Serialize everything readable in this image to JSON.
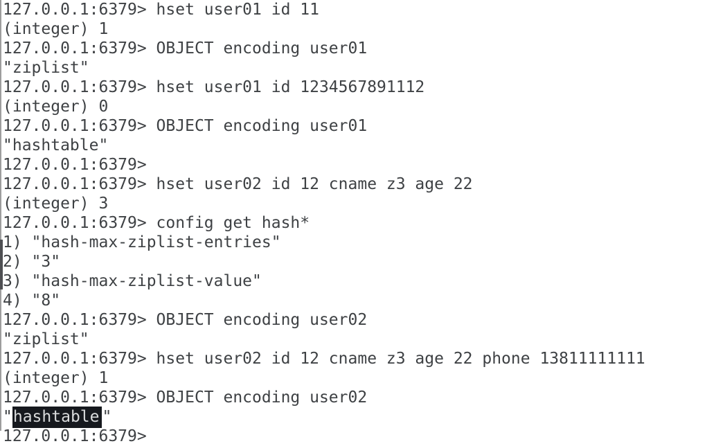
{
  "app": "redis-cli terminal",
  "terminal": {
    "prompt": "127.0.0.1:6379>",
    "colors": {
      "background": "#ffffff",
      "text": "#3e4144",
      "selection_background": "#16191e",
      "selection_text": "#d9dbdc",
      "scrollbar_rail": "#9d9d9d",
      "scrollbar_thumb": "#4e4f52"
    },
    "lines": [
      {
        "segments": [
          {
            "text": "127.0.0.1:6379> hset user01 id 11"
          }
        ]
      },
      {
        "segments": [
          {
            "text": "(integer) 1"
          }
        ]
      },
      {
        "segments": [
          {
            "text": "127.0.0.1:6379> OBJECT encoding user01"
          }
        ]
      },
      {
        "segments": [
          {
            "text": "\"ziplist\""
          }
        ]
      },
      {
        "segments": [
          {
            "text": "127.0.0.1:6379> hset user01 id 1234567891112"
          }
        ]
      },
      {
        "segments": [
          {
            "text": "(integer) 0"
          }
        ]
      },
      {
        "segments": [
          {
            "text": "127.0.0.1:6379> OBJECT encoding user01"
          }
        ]
      },
      {
        "segments": [
          {
            "text": "\"hashtable\""
          }
        ]
      },
      {
        "segments": [
          {
            "text": "127.0.0.1:6379>"
          }
        ]
      },
      {
        "segments": [
          {
            "text": "127.0.0.1:6379> hset user02 id 12 cname z3 age 22"
          }
        ]
      },
      {
        "segments": [
          {
            "text": "(integer) 3"
          }
        ]
      },
      {
        "segments": [
          {
            "text": "127.0.0.1:6379> config get hash*"
          }
        ]
      },
      {
        "segments": [
          {
            "text": "1) \"hash-max-ziplist-entries\""
          }
        ]
      },
      {
        "segments": [
          {
            "text": "2) \"3\""
          }
        ]
      },
      {
        "segments": [
          {
            "text": "3) \"hash-max-ziplist-value\""
          }
        ]
      },
      {
        "segments": [
          {
            "text": "4) \"8\""
          }
        ]
      },
      {
        "segments": [
          {
            "text": "127.0.0.1:6379> OBJECT encoding user02"
          }
        ]
      },
      {
        "segments": [
          {
            "text": "\"ziplist\""
          }
        ]
      },
      {
        "segments": [
          {
            "text": "127.0.0.1:6379> hset user02 id 12 cname z3 age 22 phone 13811111111"
          }
        ]
      },
      {
        "segments": [
          {
            "text": "(integer) 1"
          }
        ]
      },
      {
        "segments": [
          {
            "text": "127.0.0.1:6379> OBJECT encoding user02"
          }
        ]
      },
      {
        "segments": [
          {
            "text": "\""
          },
          {
            "text": "hashtable",
            "selected": true
          },
          {
            "text": "\""
          }
        ]
      },
      {
        "segments": [
          {
            "text": "127.0.0.1:6379>"
          }
        ],
        "partial": true
      }
    ]
  }
}
